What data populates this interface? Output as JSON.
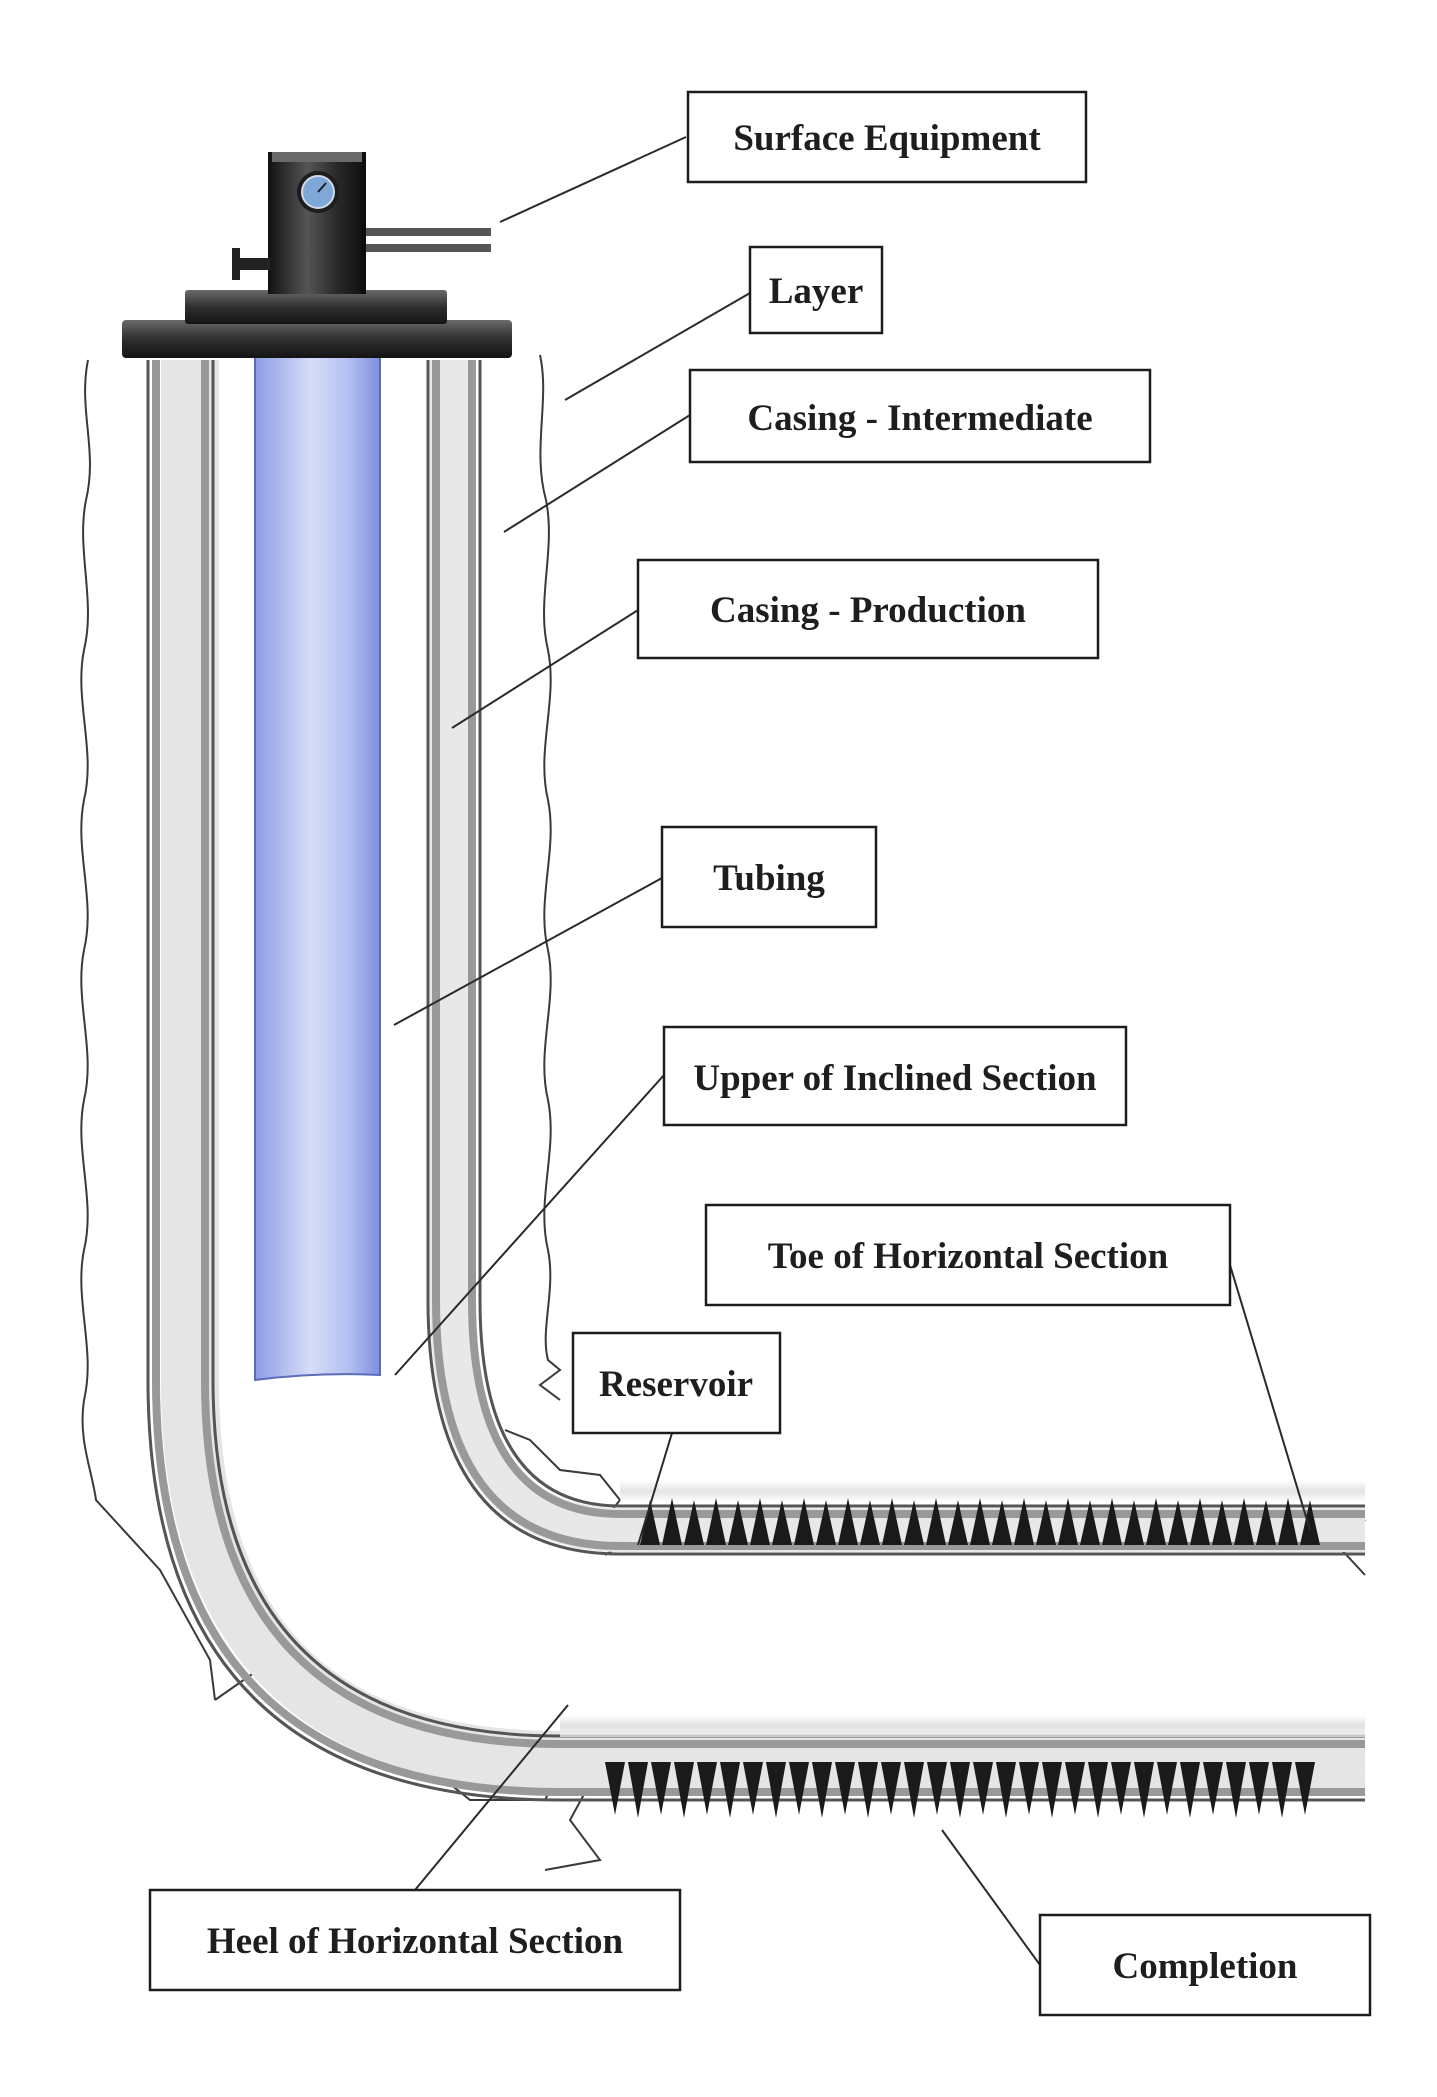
{
  "labels": {
    "surface_equipment": "Surface Equipment",
    "layer": "Layer",
    "casing_intermediate": "Casing - Intermediate",
    "casing_production": "Casing - Production",
    "tubing": "Tubing",
    "upper_inclined": "Upper of Inclined Section",
    "toe_horizontal": "Toe of Horizontal Section",
    "reservoir": "Reservoir",
    "heel_horizontal": "Heel of Horizontal Section",
    "completion": "Completion"
  },
  "colors": {
    "tubing": "#aab6ee",
    "tubing_highlight": "#dfe4fb",
    "casing_wall": "#c9c9c9",
    "wellhead": "#2a2a2a",
    "gauge": "#7fa7d8",
    "perforation": "#1a1a1a"
  },
  "icons": {
    "pressure_gauge": "pressure-gauge-icon",
    "valve_handle": "valve-handle-icon"
  }
}
